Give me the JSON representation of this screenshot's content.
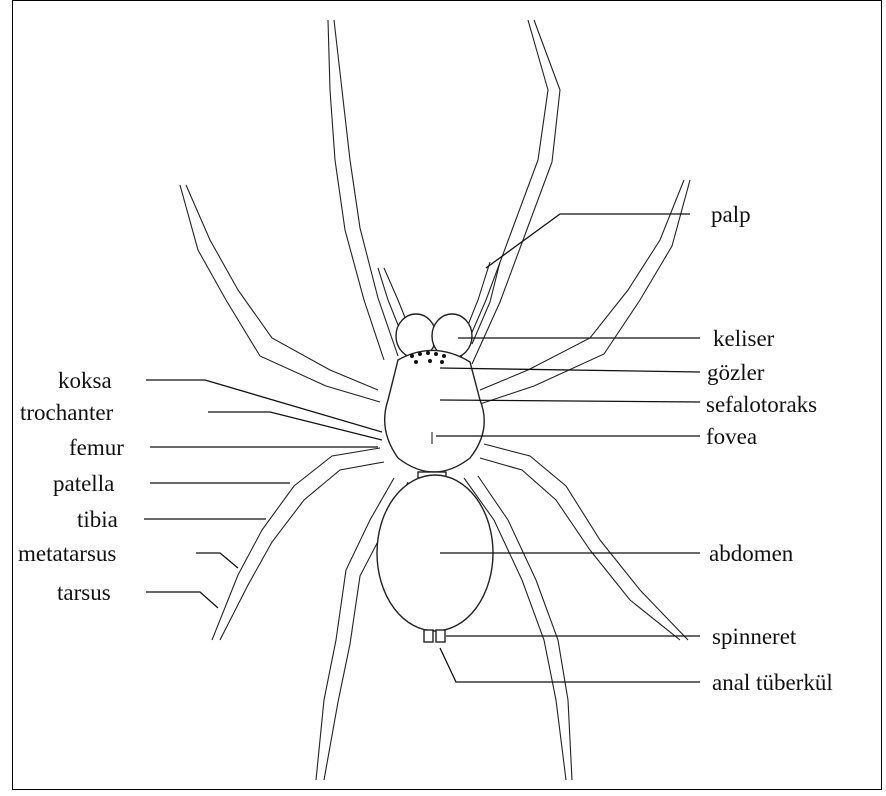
{
  "labels": {
    "right": {
      "palp": "palp",
      "keliser": "keliser",
      "gozler": "gözler",
      "sefalotoraks": "sefalotoraks",
      "fovea": "fovea",
      "abdomen": "abdomen",
      "spinneret": "spinneret",
      "anal": "anal tüberkül"
    },
    "left": {
      "koksa": "koksa",
      "trochanter": "trochanter",
      "femur": "femur",
      "patella": "patella",
      "tibia": "tibia",
      "metatarsus": "metatarsus",
      "tarsus": "tarsus"
    }
  }
}
